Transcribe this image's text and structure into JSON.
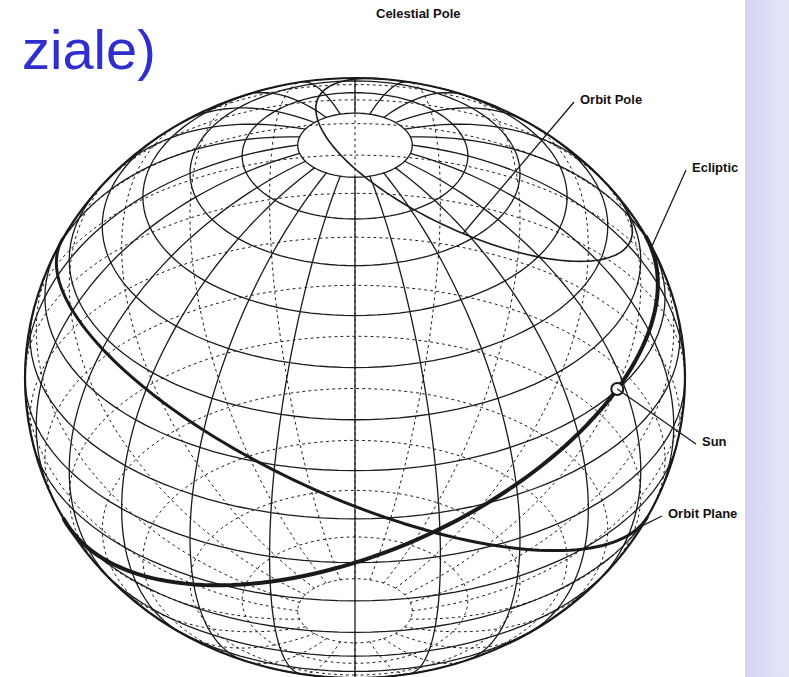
{
  "diagram": {
    "labels": [
      "ziale)",
      "Celestial Pole",
      "Orbit Pole",
      "Ecliptic",
      "Sun",
      "Orbit Plane"
    ]
  }
}
